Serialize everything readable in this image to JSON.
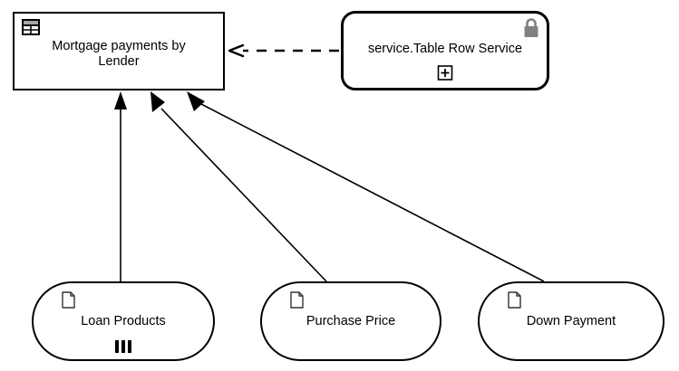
{
  "diagram": {
    "type": "data-lineage-uml",
    "background_color": "#ffffff",
    "line_color": "#000000",
    "lock_color": "#808080",
    "nodes": [
      {
        "id": "mortgage-payments-by-lender",
        "label": "Mortgage payments by\nLender",
        "shape": "rectangle",
        "icons": [
          "table-icon"
        ]
      },
      {
        "id": "service-table-row-service",
        "label": "service.Table Row Service",
        "shape": "rounded-rectangle",
        "icons": [
          "lock-icon",
          "plus-icon"
        ]
      },
      {
        "id": "loan-products",
        "label": "Loan Products",
        "shape": "stadium",
        "icons": [
          "document-icon",
          "bars-icon"
        ]
      },
      {
        "id": "purchase-price",
        "label": "Purchase Price",
        "shape": "stadium",
        "icons": [
          "document-icon"
        ]
      },
      {
        "id": "down-payment",
        "label": "Down Payment",
        "shape": "stadium",
        "icons": [
          "document-icon"
        ]
      }
    ],
    "edges": [
      {
        "id": "edge-service-to-table",
        "from": "service-table-row-service",
        "to": "mortgage-payments-by-lender",
        "style": "dashed",
        "arrowhead": "open"
      },
      {
        "id": "edge-loan-products-to-table",
        "from": "loan-products",
        "to": "mortgage-payments-by-lender",
        "style": "solid",
        "arrowhead": "filled"
      },
      {
        "id": "edge-purchase-price-to-table",
        "from": "purchase-price",
        "to": "mortgage-payments-by-lender",
        "style": "solid",
        "arrowhead": "filled"
      },
      {
        "id": "edge-down-payment-to-table",
        "from": "down-payment",
        "to": "mortgage-payments-by-lender",
        "style": "solid",
        "arrowhead": "filled"
      }
    ]
  }
}
